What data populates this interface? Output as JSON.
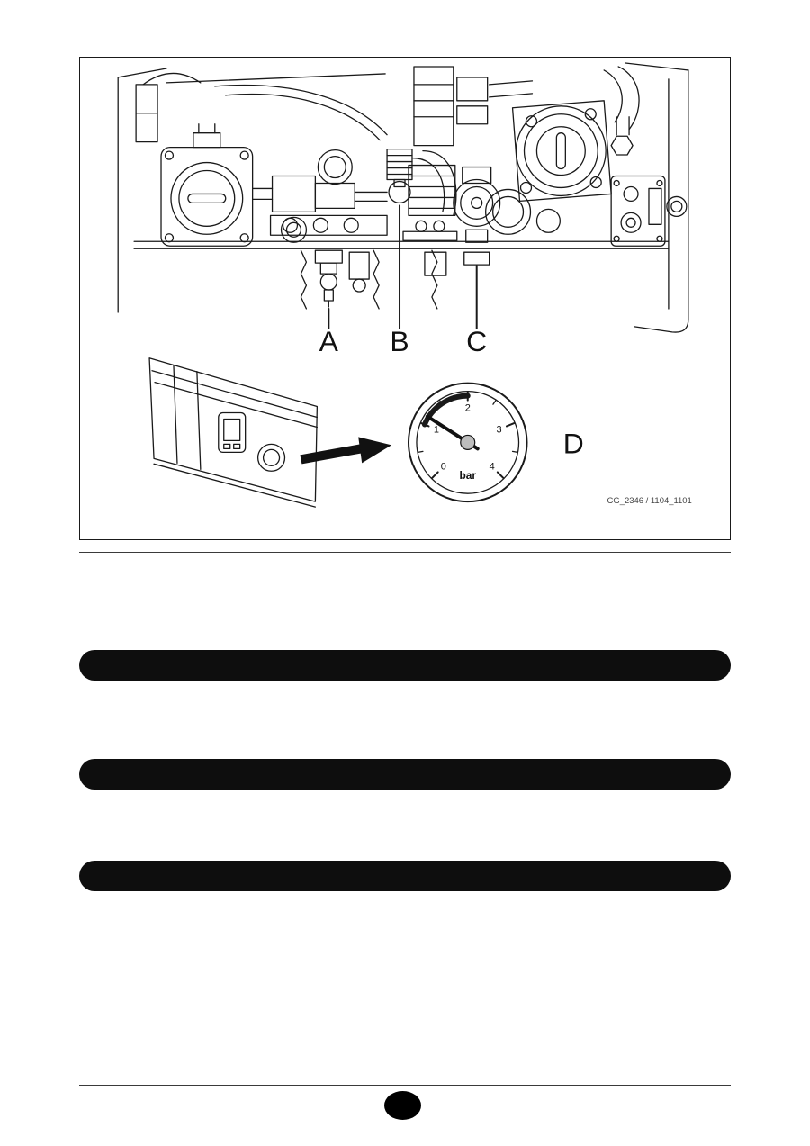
{
  "figure": {
    "labels": {
      "a": "A",
      "b": "B",
      "c": "C",
      "d": "D"
    },
    "gauge": {
      "ticks": [
        "0",
        "1",
        "2",
        "3",
        "4"
      ],
      "unit": "bar"
    },
    "caption": "CG_2346 / 1104_1101"
  },
  "colors": {
    "line_art": "#1a1a1a",
    "redacted_bar": "#0e0e0e",
    "rule": "#3a3a3a",
    "page_dot": "#000000"
  }
}
